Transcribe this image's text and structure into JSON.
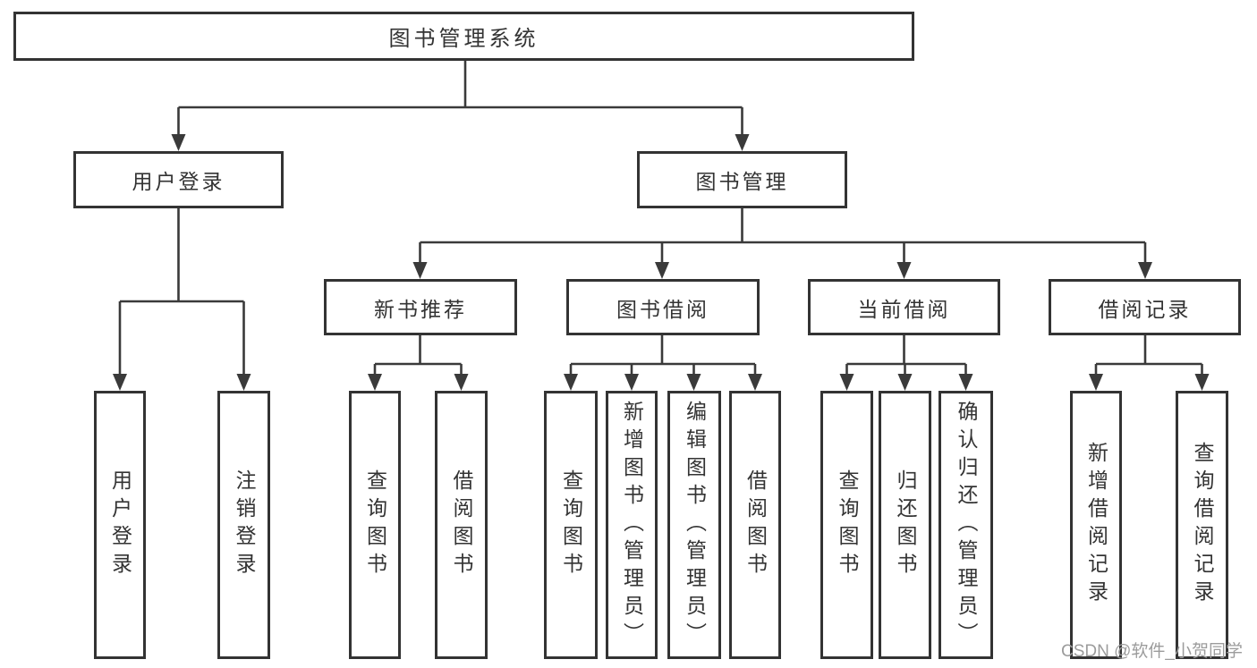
{
  "colors": {
    "background_color": "#ffffff",
    "line_color": "#3a3a3a",
    "box_border_color": "#333333",
    "text_color": "#333333",
    "watermark_color": "#9c9c9c"
  },
  "tree": {
    "root": {
      "label": "图书管理系统"
    },
    "user_login": {
      "label": "用户登录",
      "children": [
        {
          "label": "用户登录"
        },
        {
          "label": "注销登录"
        }
      ]
    },
    "book_management": {
      "label": "图书管理",
      "sections": [
        {
          "label": "新书推荐",
          "children": [
            {
              "label": "查询图书"
            },
            {
              "label": "借阅图书"
            }
          ]
        },
        {
          "label": "图书借阅",
          "children": [
            {
              "label": "查询图书"
            },
            {
              "label": "新增图书（管理员）"
            },
            {
              "label": "编辑图书（管理员）"
            },
            {
              "label": "借阅图书"
            }
          ]
        },
        {
          "label": "当前借阅",
          "children": [
            {
              "label": "查询图书"
            },
            {
              "label": "归还图书"
            },
            {
              "label": "确认归还（管理员）"
            }
          ]
        },
        {
          "label": "借阅记录",
          "children": [
            {
              "label": "新增借阅记录"
            },
            {
              "label": "查询借阅记录"
            }
          ]
        }
      ]
    }
  },
  "watermark": {
    "text": "CSDN @软件_小贺同学"
  }
}
